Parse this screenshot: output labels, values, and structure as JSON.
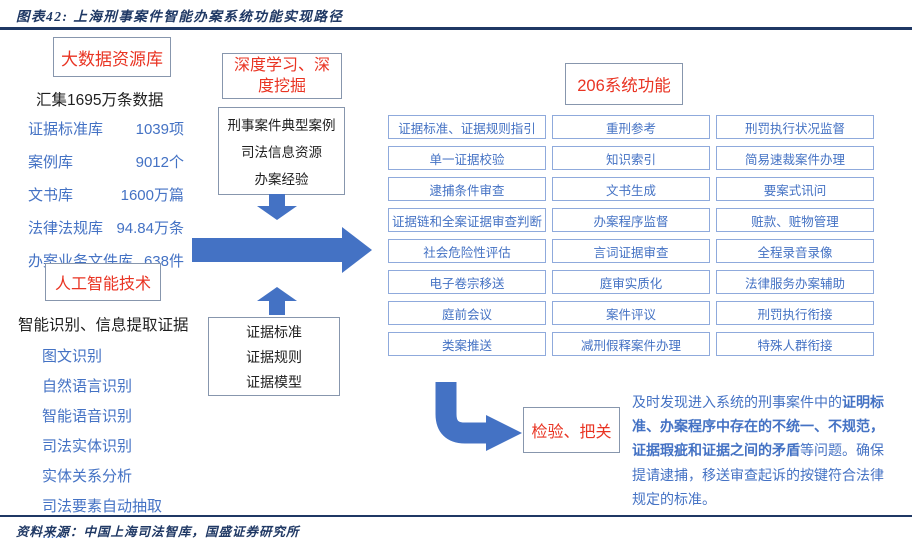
{
  "header": {
    "title": "图表42: 上海刑事案件智能办案系统功能实现路径"
  },
  "left": {
    "bigdata": {
      "title": "大数据资源库",
      "subtitle": "汇集1695万条数据",
      "items": [
        {
          "label": "证据标准库",
          "value": "1039项"
        },
        {
          "label": "案例库",
          "value": "9012个"
        },
        {
          "label": "文书库",
          "value": "1600万篇"
        },
        {
          "label": "法律法规库",
          "value": "94.84万条"
        },
        {
          "label": "办案业务文件库",
          "value": "638件"
        }
      ]
    },
    "ai": {
      "title": "人工智能技术",
      "subtitle": "智能识别、信息提取证据",
      "items": [
        "图文识别",
        "自然语言识别",
        "智能语音识别",
        "司法实体识别",
        "实体关系分析",
        "司法要素自动抽取",
        "......"
      ]
    }
  },
  "middle": {
    "deep_title": "深度学习、深度挖掘",
    "input_box_lines": [
      "刑事案件典型案例",
      "司法信息资源",
      "办案经验"
    ],
    "evidence_box_lines": [
      "证据标准",
      "证据规则",
      "证据模型"
    ]
  },
  "right": {
    "title": "206系统功能",
    "functions": [
      "证据标准、证据规则指引",
      "重刑参考",
      "刑罚执行状况监督",
      "单一证据校验",
      "知识索引",
      "简易速裁案件办理",
      "逮捕条件审查",
      "文书生成",
      "要案式讯问",
      "证据链和全案证据审查判断",
      "办案程序监督",
      "赃款、赃物管理",
      "社会危险性评估",
      "言词证据审查",
      "全程录音录像",
      "电子卷宗移送",
      "庭审实质化",
      "法律服务办案辅助",
      "庭前会议",
      "案件评议",
      "刑罚执行衔接",
      "类案推送",
      "减刑假释案件办理",
      "特殊人群衔接"
    ]
  },
  "bottom": {
    "check_label": "检验、把关",
    "paragraph": [
      {
        "text": "及时发现进入系统的刑事案件中的",
        "bold": false
      },
      {
        "text": "证明标准、办案程序中存在的不统一、不规范，证据瑕疵和证据之间的矛盾",
        "bold": true
      },
      {
        "text": "等问题。确保提请逮捕，移送审查起诉的按键符合法律规定的标准。",
        "bold": false
      }
    ]
  },
  "footer": {
    "source": "资料来源：中国上海司法智库，国盛证券研究所"
  },
  "colors": {
    "navy": "#1f3864",
    "red": "#e93423",
    "blue": "#4472c4",
    "grid_border": "#8faadc",
    "box_border": "#8796ad"
  }
}
